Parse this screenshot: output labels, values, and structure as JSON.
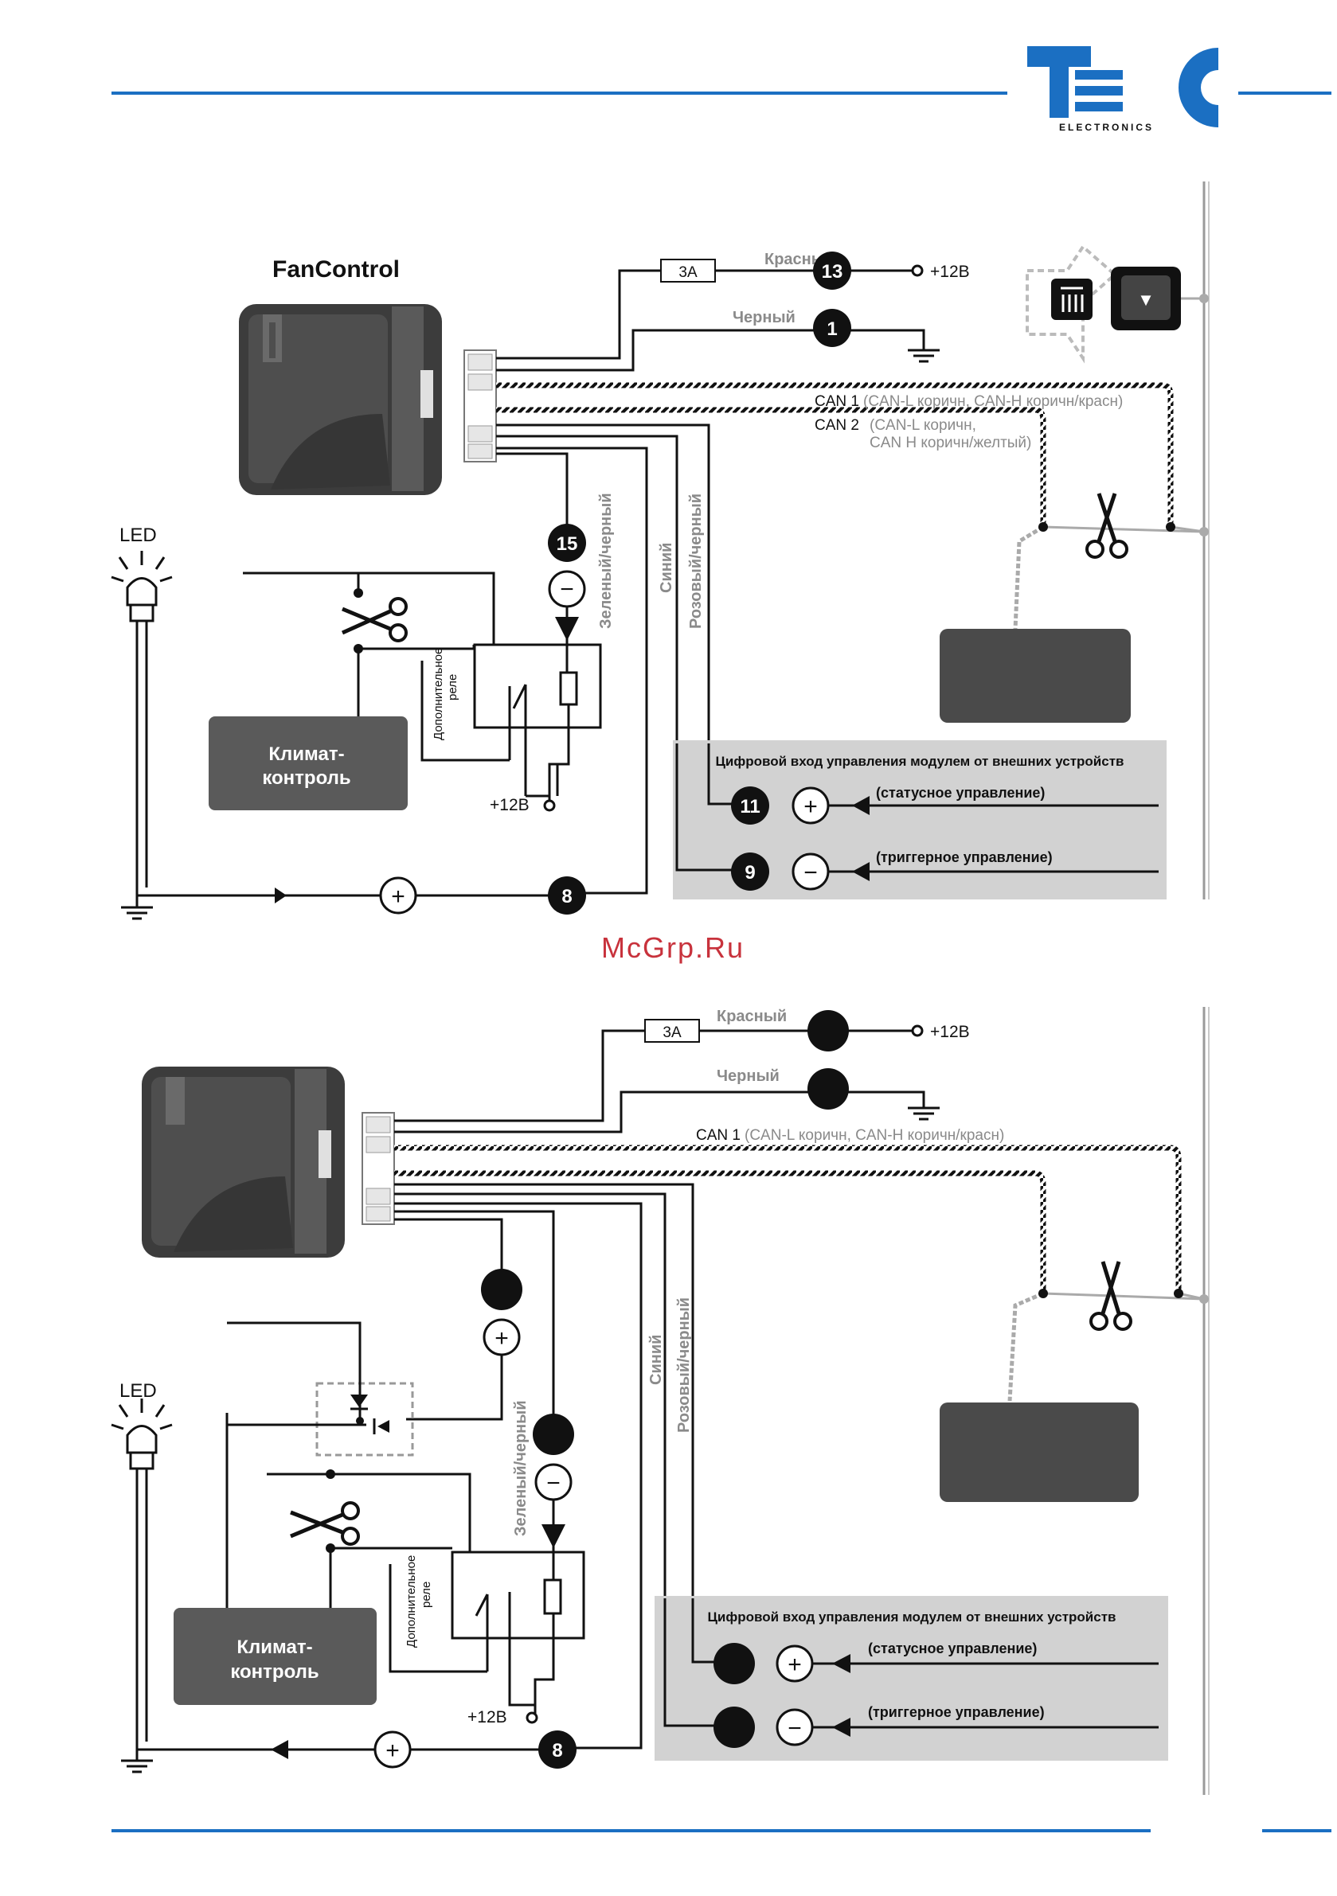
{
  "logo": {
    "letters": "TEC",
    "sub": "ELECTRONICS",
    "color": "#1b6fc2"
  },
  "watermark": "McGrp.Ru",
  "colors": {
    "accent": "#1b6fc2",
    "module": "#4a4a4a",
    "panel": "#d2d2d2",
    "watermark": "#c8323c"
  },
  "d1": {
    "title": "FanControl",
    "fuse": "3A",
    "red_label": "Красный",
    "black_label": "Черный",
    "pin13": "13",
    "pin1": "1",
    "plus12_top": "+12В",
    "can1": "CAN 1",
    "can1_detail": "(CAN-L коричн, CAN-H коричн/красн)",
    "can2": "CAN 2",
    "can2_detail_1": "(CAN-L коричн,",
    "can2_detail_2": "CAN H коричн/желтый)",
    "led": "LED",
    "pin15": "15",
    "green_black": "Зеленый/черный",
    "blue": "Синий",
    "pink_black": "Розовый/черный",
    "extra_relay_1": "Дополнительное",
    "extra_relay_2": "реле",
    "climate_1": "Климат-",
    "climate_2": "контроль",
    "plus12_relay": "+12В",
    "pin8": "8",
    "panel_title": "Цифровой вход управления модулем от внешних устройств",
    "pin11": "11",
    "status": "(статусное управление)",
    "pin9": "9",
    "trigger": "(триггерное управление)",
    "plus_sign": "+",
    "minus_sign": "−",
    "button_glyph": "▼"
  },
  "d2": {
    "fuse": "3A",
    "red_label": "Красный",
    "black_label": "Черный",
    "plus12_top": "+12В",
    "can1": "CAN 1",
    "can1_detail": "(CAN-L коричн, CAN-H коричн/красн)",
    "led": "LED",
    "green_black": "Зеленый/черный",
    "blue": "Синий",
    "pink_black": "Розовый/черный",
    "extra_relay_1": "Дополнительное",
    "extra_relay_2": "реле",
    "climate_1": "Климат-",
    "climate_2": "контроль",
    "plus12_relay": "+12В",
    "pin8": "8",
    "panel_title": "Цифровой вход управления модулем от внешних устройств",
    "status": "(статусное управление)",
    "trigger": "(триггерное управление)",
    "plus_sign": "+",
    "minus_sign": "−"
  }
}
